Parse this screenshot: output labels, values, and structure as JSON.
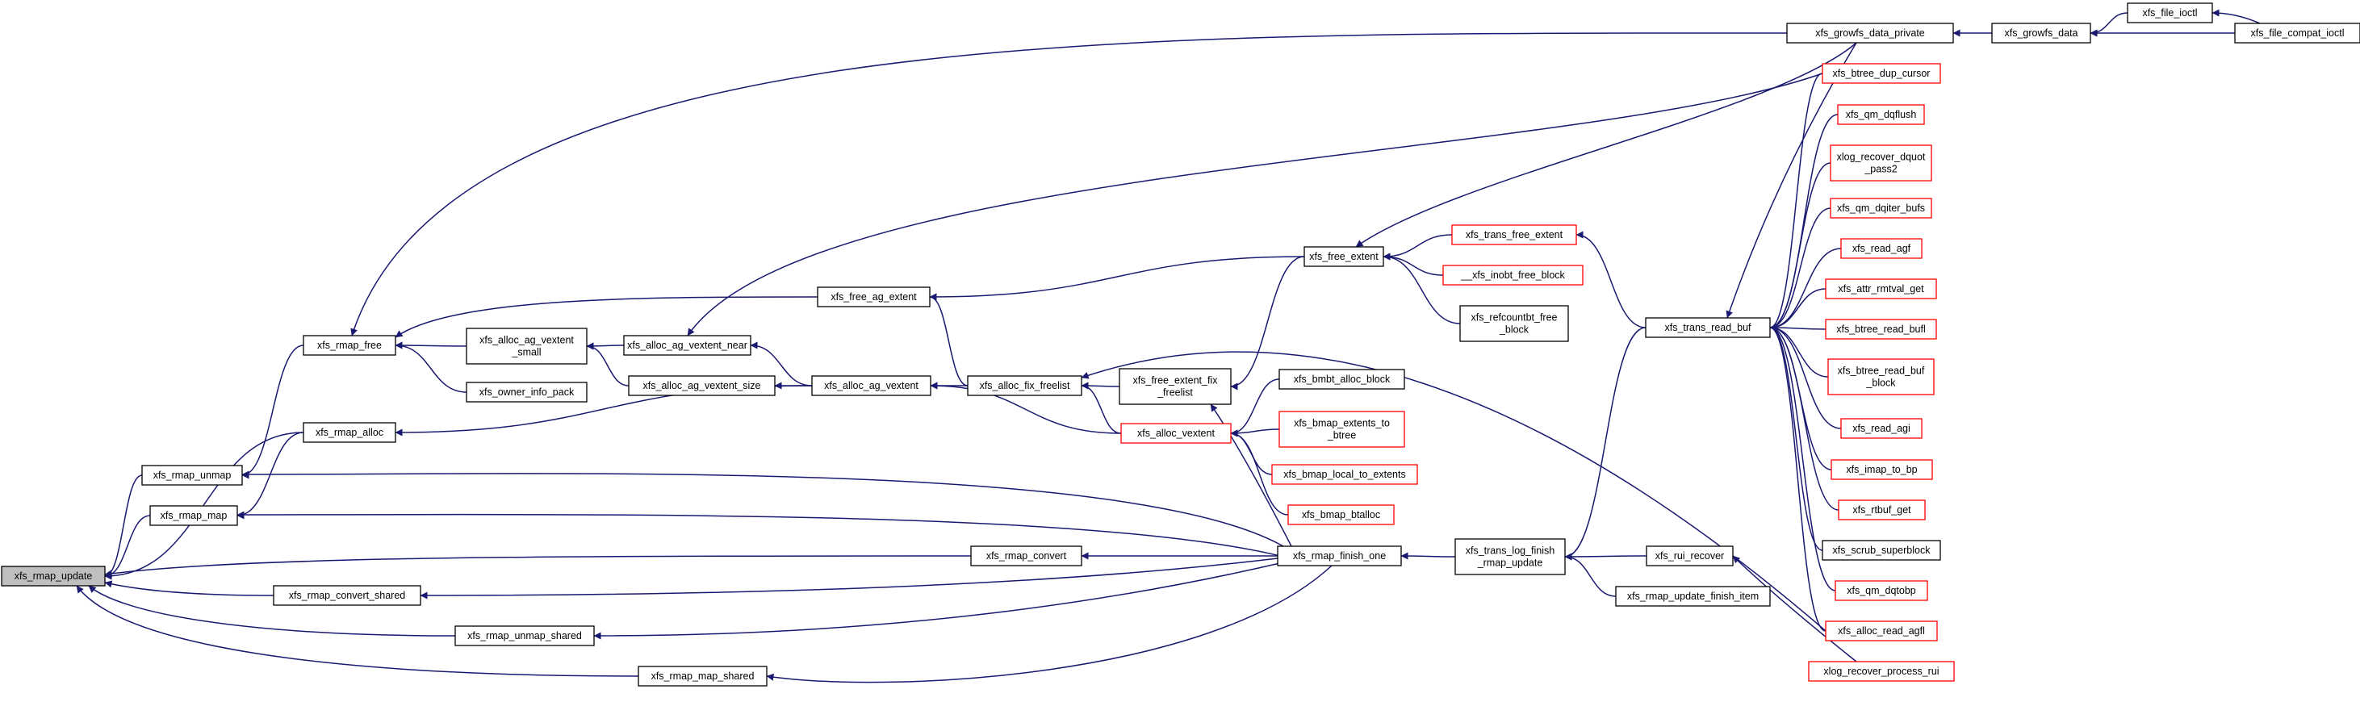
{
  "graph": {
    "root": "xfs_rmap_update",
    "nodes": [
      {
        "id": "rmap_update",
        "lines": [
          "xfs_rmap_update"
        ],
        "border": "black",
        "root": true
      },
      {
        "id": "rmap_unmap",
        "lines": [
          "xfs_rmap_unmap"
        ],
        "border": "black"
      },
      {
        "id": "rmap_map",
        "lines": [
          "xfs_rmap_map"
        ],
        "border": "black"
      },
      {
        "id": "rmap_free",
        "lines": [
          "xfs_rmap_free"
        ],
        "border": "black"
      },
      {
        "id": "rmap_alloc",
        "lines": [
          "xfs_rmap_alloc"
        ],
        "border": "black"
      },
      {
        "id": "rmap_convert_shared",
        "lines": [
          "xfs_rmap_convert_shared"
        ],
        "border": "black"
      },
      {
        "id": "rmap_unmap_shared",
        "lines": [
          "xfs_rmap_unmap_shared"
        ],
        "border": "black"
      },
      {
        "id": "rmap_map_shared",
        "lines": [
          "xfs_rmap_map_shared"
        ],
        "border": "black"
      },
      {
        "id": "alloc_ag_vextent_small",
        "lines": [
          "xfs_alloc_ag_vextent",
          "_small"
        ],
        "border": "black"
      },
      {
        "id": "owner_info_pack",
        "lines": [
          "xfs_owner_info_pack"
        ],
        "border": "black"
      },
      {
        "id": "alloc_ag_vextent_near",
        "lines": [
          "xfs_alloc_ag_vextent_near"
        ],
        "border": "black"
      },
      {
        "id": "alloc_ag_vextent_size",
        "lines": [
          "xfs_alloc_ag_vextent_size"
        ],
        "border": "black"
      },
      {
        "id": "free_ag_extent",
        "lines": [
          "xfs_free_ag_extent"
        ],
        "border": "black"
      },
      {
        "id": "alloc_ag_vextent",
        "lines": [
          "xfs_alloc_ag_vextent"
        ],
        "border": "black"
      },
      {
        "id": "alloc_fix_freelist",
        "lines": [
          "xfs_alloc_fix_freelist"
        ],
        "border": "black"
      },
      {
        "id": "rmap_convert",
        "lines": [
          "xfs_rmap_convert"
        ],
        "border": "black"
      },
      {
        "id": "free_extent_fix_freelist",
        "lines": [
          "xfs_free_extent_fix",
          "_freelist"
        ],
        "border": "black"
      },
      {
        "id": "alloc_vextent",
        "lines": [
          "xfs_alloc_vextent"
        ],
        "border": "red"
      },
      {
        "id": "free_extent",
        "lines": [
          "xfs_free_extent"
        ],
        "border": "black"
      },
      {
        "id": "bmbt_alloc_block",
        "lines": [
          "xfs_bmbt_alloc_block"
        ],
        "border": "black"
      },
      {
        "id": "bmap_extents_to_btree",
        "lines": [
          "xfs_bmap_extents_to",
          "_btree"
        ],
        "border": "red"
      },
      {
        "id": "bmap_local_to_extents",
        "lines": [
          "xfs_bmap_local_to_extents"
        ],
        "border": "red"
      },
      {
        "id": "bmap_btalloc",
        "lines": [
          "xfs_bmap_btalloc"
        ],
        "border": "red"
      },
      {
        "id": "rmap_finish_one",
        "lines": [
          "xfs_rmap_finish_one"
        ],
        "border": "black"
      },
      {
        "id": "trans_free_extent",
        "lines": [
          "xfs_trans_free_extent"
        ],
        "border": "red"
      },
      {
        "id": "inobt_free_block",
        "lines": [
          "__xfs_inobt_free_block"
        ],
        "border": "red"
      },
      {
        "id": "refcountbt_free_block",
        "lines": [
          "xfs_refcountbt_free",
          "_block"
        ],
        "border": "black"
      },
      {
        "id": "trans_log_finish_rmap_update",
        "lines": [
          "xfs_trans_log_finish",
          "_rmap_update"
        ],
        "border": "black"
      },
      {
        "id": "trans_read_buf",
        "lines": [
          "xfs_trans_read_buf"
        ],
        "border": "black"
      },
      {
        "id": "rui_recover",
        "lines": [
          "xfs_rui_recover"
        ],
        "border": "black"
      },
      {
        "id": "rmap_update_finish_item",
        "lines": [
          "xfs_rmap_update_finish_item"
        ],
        "border": "black"
      },
      {
        "id": "growfs_data_private",
        "lines": [
          "xfs_growfs_data_private"
        ],
        "border": "black"
      },
      {
        "id": "growfs_data",
        "lines": [
          "xfs_growfs_data"
        ],
        "border": "black"
      },
      {
        "id": "file_ioctl",
        "lines": [
          "xfs_file_ioctl"
        ],
        "border": "black"
      },
      {
        "id": "file_compat_ioctl",
        "lines": [
          "xfs_file_compat_ioctl"
        ],
        "border": "black"
      },
      {
        "id": "btree_dup_cursor",
        "lines": [
          "xfs_btree_dup_cursor"
        ],
        "border": "red"
      },
      {
        "id": "qm_dqflush",
        "lines": [
          "xfs_qm_dqflush"
        ],
        "border": "red"
      },
      {
        "id": "xlog_recover_dquot_pass2",
        "lines": [
          "xlog_recover_dquot",
          "_pass2"
        ],
        "border": "red"
      },
      {
        "id": "qm_dqiter_bufs",
        "lines": [
          "xfs_qm_dqiter_bufs"
        ],
        "border": "red"
      },
      {
        "id": "read_agf",
        "lines": [
          "xfs_read_agf"
        ],
        "border": "red"
      },
      {
        "id": "attr_rmtval_get",
        "lines": [
          "xfs_attr_rmtval_get"
        ],
        "border": "red"
      },
      {
        "id": "btree_read_bufl",
        "lines": [
          "xfs_btree_read_bufl"
        ],
        "border": "red"
      },
      {
        "id": "btree_read_buf_block",
        "lines": [
          "xfs_btree_read_buf",
          "_block"
        ],
        "border": "red"
      },
      {
        "id": "read_agi",
        "lines": [
          "xfs_read_agi"
        ],
        "border": "red"
      },
      {
        "id": "imap_to_bp",
        "lines": [
          "xfs_imap_to_bp"
        ],
        "border": "red"
      },
      {
        "id": "rtbuf_get",
        "lines": [
          "xfs_rtbuf_get"
        ],
        "border": "red"
      },
      {
        "id": "scrub_superblock",
        "lines": [
          "xfs_scrub_superblock"
        ],
        "border": "black"
      },
      {
        "id": "qm_dqtobp",
        "lines": [
          "xfs_qm_dqtobp"
        ],
        "border": "red"
      },
      {
        "id": "alloc_read_agfl",
        "lines": [
          "xfs_alloc_read_agfl"
        ],
        "border": "red"
      },
      {
        "id": "xlog_recover_process_rui",
        "lines": [
          "xlog_recover_process_rui"
        ],
        "border": "red"
      }
    ],
    "edges": [
      [
        "rmap_unmap",
        "rmap_update"
      ],
      [
        "rmap_map",
        "rmap_update"
      ],
      [
        "rmap_alloc",
        "rmap_update"
      ],
      [
        "rmap_convert",
        "rmap_update"
      ],
      [
        "rmap_convert_shared",
        "rmap_update"
      ],
      [
        "rmap_unmap_shared",
        "rmap_update"
      ],
      [
        "rmap_map_shared",
        "rmap_update"
      ],
      [
        "rmap_free",
        "rmap_unmap"
      ],
      [
        "rmap_finish_one",
        "rmap_unmap"
      ],
      [
        "rmap_alloc",
        "rmap_map"
      ],
      [
        "rmap_finish_one",
        "rmap_map"
      ],
      [
        "alloc_ag_vextent_small",
        "rmap_free"
      ],
      [
        "owner_info_pack",
        "rmap_free"
      ],
      [
        "free_ag_extent",
        "rmap_free"
      ],
      [
        "growfs_data_private",
        "rmap_free"
      ],
      [
        "alloc_ag_vextent",
        "rmap_alloc"
      ],
      [
        "alloc_ag_vextent_near",
        "alloc_ag_vextent_small"
      ],
      [
        "alloc_ag_vextent_size",
        "alloc_ag_vextent_small"
      ],
      [
        "alloc_ag_vextent",
        "alloc_ag_vextent_near"
      ],
      [
        "alloc_ag_vextent",
        "alloc_ag_vextent_size"
      ],
      [
        "alloc_fix_freelist",
        "free_ag_extent"
      ],
      [
        "free_extent",
        "free_ag_extent"
      ],
      [
        "alloc_fix_freelist",
        "alloc_ag_vextent"
      ],
      [
        "alloc_vextent",
        "alloc_ag_vextent"
      ],
      [
        "free_extent_fix_freelist",
        "alloc_fix_freelist"
      ],
      [
        "alloc_vextent",
        "alloc_fix_freelist"
      ],
      [
        "free_extent",
        "free_extent_fix_freelist"
      ],
      [
        "rmap_finish_one",
        "free_extent_fix_freelist"
      ],
      [
        "bmbt_alloc_block",
        "alloc_vextent"
      ],
      [
        "bmap_extents_to_btree",
        "alloc_vextent"
      ],
      [
        "bmap_local_to_extents",
        "alloc_vextent"
      ],
      [
        "bmap_btalloc",
        "alloc_vextent"
      ],
      [
        "trans_free_extent",
        "free_extent"
      ],
      [
        "inobt_free_block",
        "free_extent"
      ],
      [
        "refcountbt_free_block",
        "free_extent"
      ],
      [
        "growfs_data_private",
        "free_extent"
      ],
      [
        "rmap_finish_one",
        "rmap_convert"
      ],
      [
        "rmap_finish_one",
        "rmap_convert_shared"
      ],
      [
        "rmap_finish_one",
        "rmap_unmap_shared"
      ],
      [
        "rmap_finish_one",
        "rmap_map_shared"
      ],
      [
        "trans_log_finish_rmap_update",
        "rmap_finish_one"
      ],
      [
        "trans_read_buf",
        "trans_free_extent"
      ],
      [
        "trans_read_buf",
        "trans_log_finish_rmap_update"
      ],
      [
        "rui_recover",
        "trans_log_finish_rmap_update"
      ],
      [
        "rmap_update_finish_item",
        "trans_log_finish_rmap_update"
      ],
      [
        "xlog_recover_process_rui",
        "rui_recover"
      ],
      [
        "alloc_read_agfl",
        "alloc_fix_freelist"
      ],
      [
        "growfs_data_private",
        "trans_read_buf"
      ],
      [
        "btree_dup_cursor",
        "trans_read_buf"
      ],
      [
        "qm_dqflush",
        "trans_read_buf"
      ],
      [
        "xlog_recover_dquot_pass2",
        "trans_read_buf"
      ],
      [
        "qm_dqiter_bufs",
        "trans_read_buf"
      ],
      [
        "read_agf",
        "trans_read_buf"
      ],
      [
        "attr_rmtval_get",
        "trans_read_buf"
      ],
      [
        "btree_read_bufl",
        "trans_read_buf"
      ],
      [
        "btree_read_buf_block",
        "trans_read_buf"
      ],
      [
        "read_agi",
        "trans_read_buf"
      ],
      [
        "imap_to_bp",
        "trans_read_buf"
      ],
      [
        "rtbuf_get",
        "trans_read_buf"
      ],
      [
        "scrub_superblock",
        "trans_read_buf"
      ],
      [
        "qm_dqtobp",
        "trans_read_buf"
      ],
      [
        "alloc_read_agfl",
        "trans_read_buf"
      ],
      [
        "growfs_data",
        "growfs_data_private"
      ],
      [
        "file_ioctl",
        "growfs_data"
      ],
      [
        "file_compat_ioctl",
        "growfs_data"
      ],
      [
        "file_compat_ioctl",
        "file_ioctl"
      ],
      [
        "btree_dup_cursor",
        "alloc_ag_vextent_near"
      ]
    ]
  },
  "colors": {
    "edge": "#191970",
    "root_fill": "#bfbfbf",
    "red_border": "#ff0000",
    "black_border": "#000000"
  }
}
